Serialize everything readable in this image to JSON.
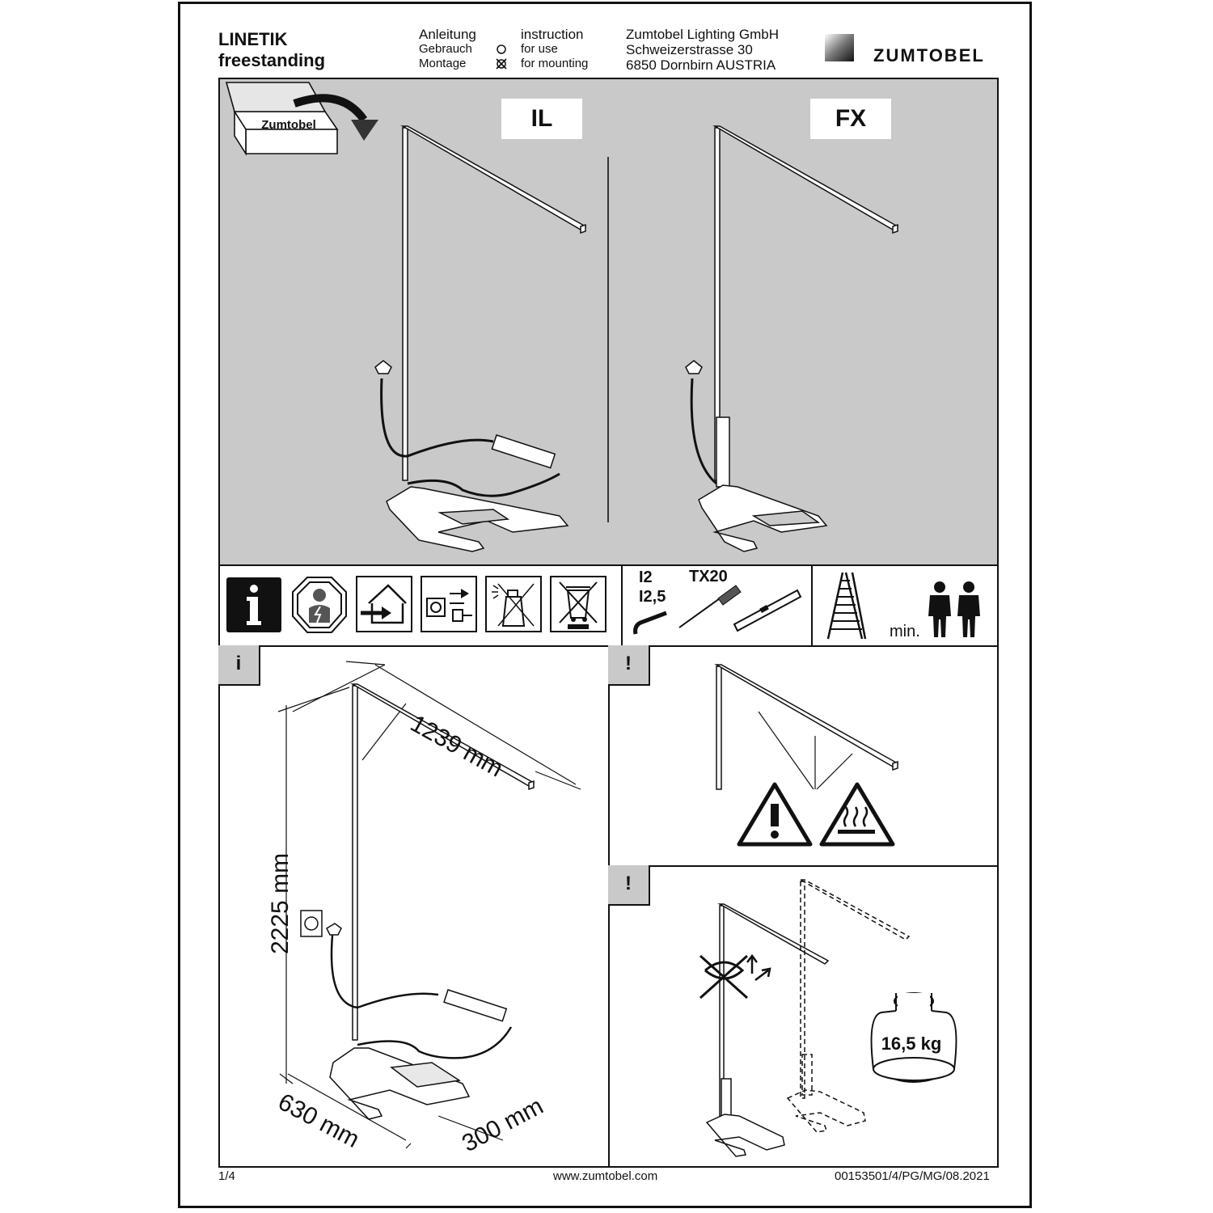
{
  "product": {
    "line1": "LINETIK",
    "line2": "freestanding"
  },
  "instruction": {
    "de_title": "Anleitung",
    "de_use": "Gebrauch",
    "de_mounting": "Montage",
    "en_title": "instruction",
    "en_use": "for use",
    "en_mounting": "for mounting",
    "use_checked": false,
    "mounting_checked": true
  },
  "company": {
    "name": "Zumtobel Lighting GmbH",
    "street": "Schweizerstrasse 30",
    "city": "6850 Dornbirn AUSTRIA",
    "logo_text": "ZUMTOBEL"
  },
  "top_panel": {
    "box_label": "Zumtobel",
    "variant_left": "IL",
    "variant_right": "FX"
  },
  "icons": [
    {
      "name": "info-icon"
    },
    {
      "name": "electrician-icon"
    },
    {
      "name": "indoor-use-icon"
    },
    {
      "name": "plug-connection-icon"
    },
    {
      "name": "no-cleaning-spray-icon"
    },
    {
      "name": "weee-disposal-icon"
    }
  ],
  "tools": {
    "hex1": "I2",
    "hex2": "I2,5",
    "torx": "TX20"
  },
  "persons": {
    "min_label": "min."
  },
  "dimensions": {
    "tab": "i",
    "length": "1239 mm",
    "height": "2225 mm",
    "base_length": "630 mm",
    "base_width": "300 mm"
  },
  "warnings": {
    "tab1": "!",
    "tab2": "!",
    "weight": "16,5 kg"
  },
  "footer": {
    "page": "1/4",
    "url": "www.zumtobel.com",
    "doc_id": "00153501/4/PG/MG/08.2021"
  }
}
